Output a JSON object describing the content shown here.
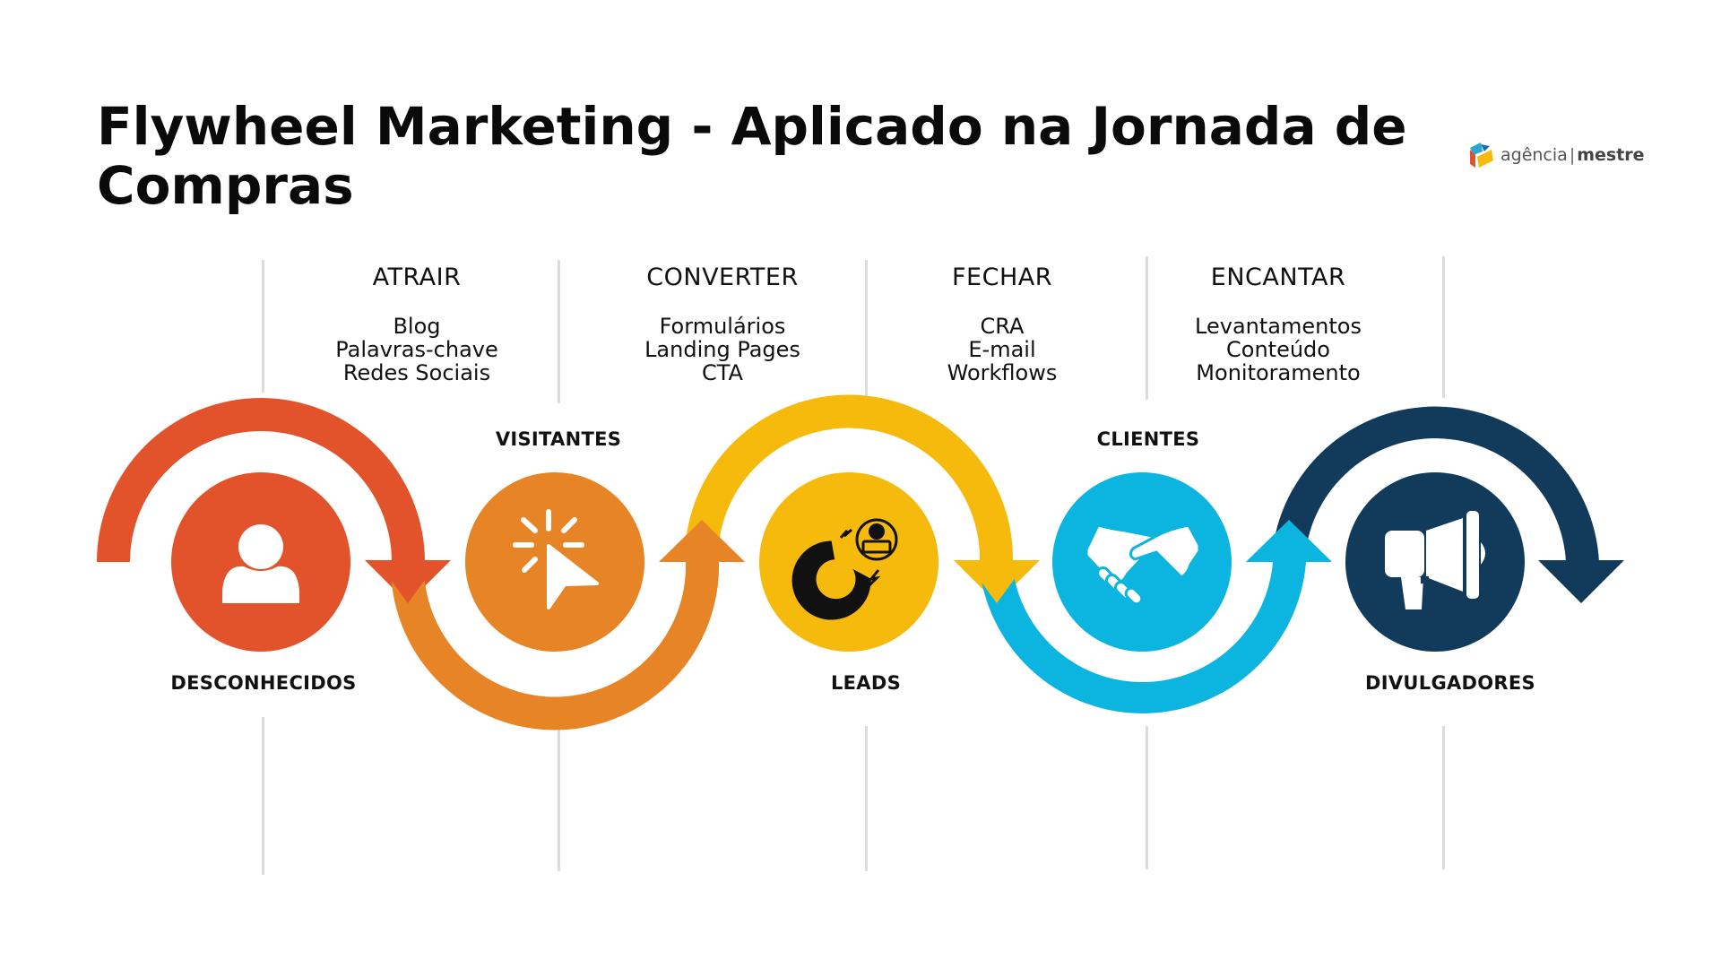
{
  "title": "Flywheel Marketing - Aplicado na Jornada de Compras",
  "title_lines": [
    "Flywheel Marketing - Aplicado na Jornada de",
    "Compras"
  ],
  "logo": {
    "name_left": "agência",
    "separator": "|",
    "name_right": "mestre"
  },
  "stages": [
    {
      "title": "ATRAIR",
      "items": [
        "Blog",
        "Palavras-chave",
        "Redes Sociais"
      ]
    },
    {
      "title": "CONVERTER",
      "items": [
        "Formulários",
        "Landing Pages",
        "CTA"
      ]
    },
    {
      "title": "FECHAR",
      "items": [
        "CRA",
        "E-mail",
        "Workflows"
      ]
    },
    {
      "title": "ENCANTAR",
      "items": [
        "Levantamentos",
        "Conteúdo",
        "Monitoramento"
      ]
    }
  ],
  "nodes": [
    {
      "label": "DESCONHECIDOS",
      "icon": "person-icon",
      "color": "#E2532B",
      "label_position": "below"
    },
    {
      "label": "VISITANTES",
      "icon": "cursor-click-icon",
      "color": "#E68426",
      "label_position": "above"
    },
    {
      "label": "LEADS",
      "icon": "magnet-icon",
      "color": "#F6BA0C",
      "label_position": "below"
    },
    {
      "label": "CLIENTES",
      "icon": "handshake-icon",
      "color": "#0CB5E0",
      "label_position": "above"
    },
    {
      "label": "DIVULGADORES",
      "icon": "megaphone-icon",
      "color": "#123A5B",
      "label_position": "below"
    }
  ],
  "colors": {
    "red_orange": "#E2532B",
    "orange": "#E68426",
    "yellow": "#F6BA0C",
    "cyan": "#0CB5E0",
    "navy": "#123A5B",
    "divider": "#DCDCDC",
    "text": "#111111"
  }
}
